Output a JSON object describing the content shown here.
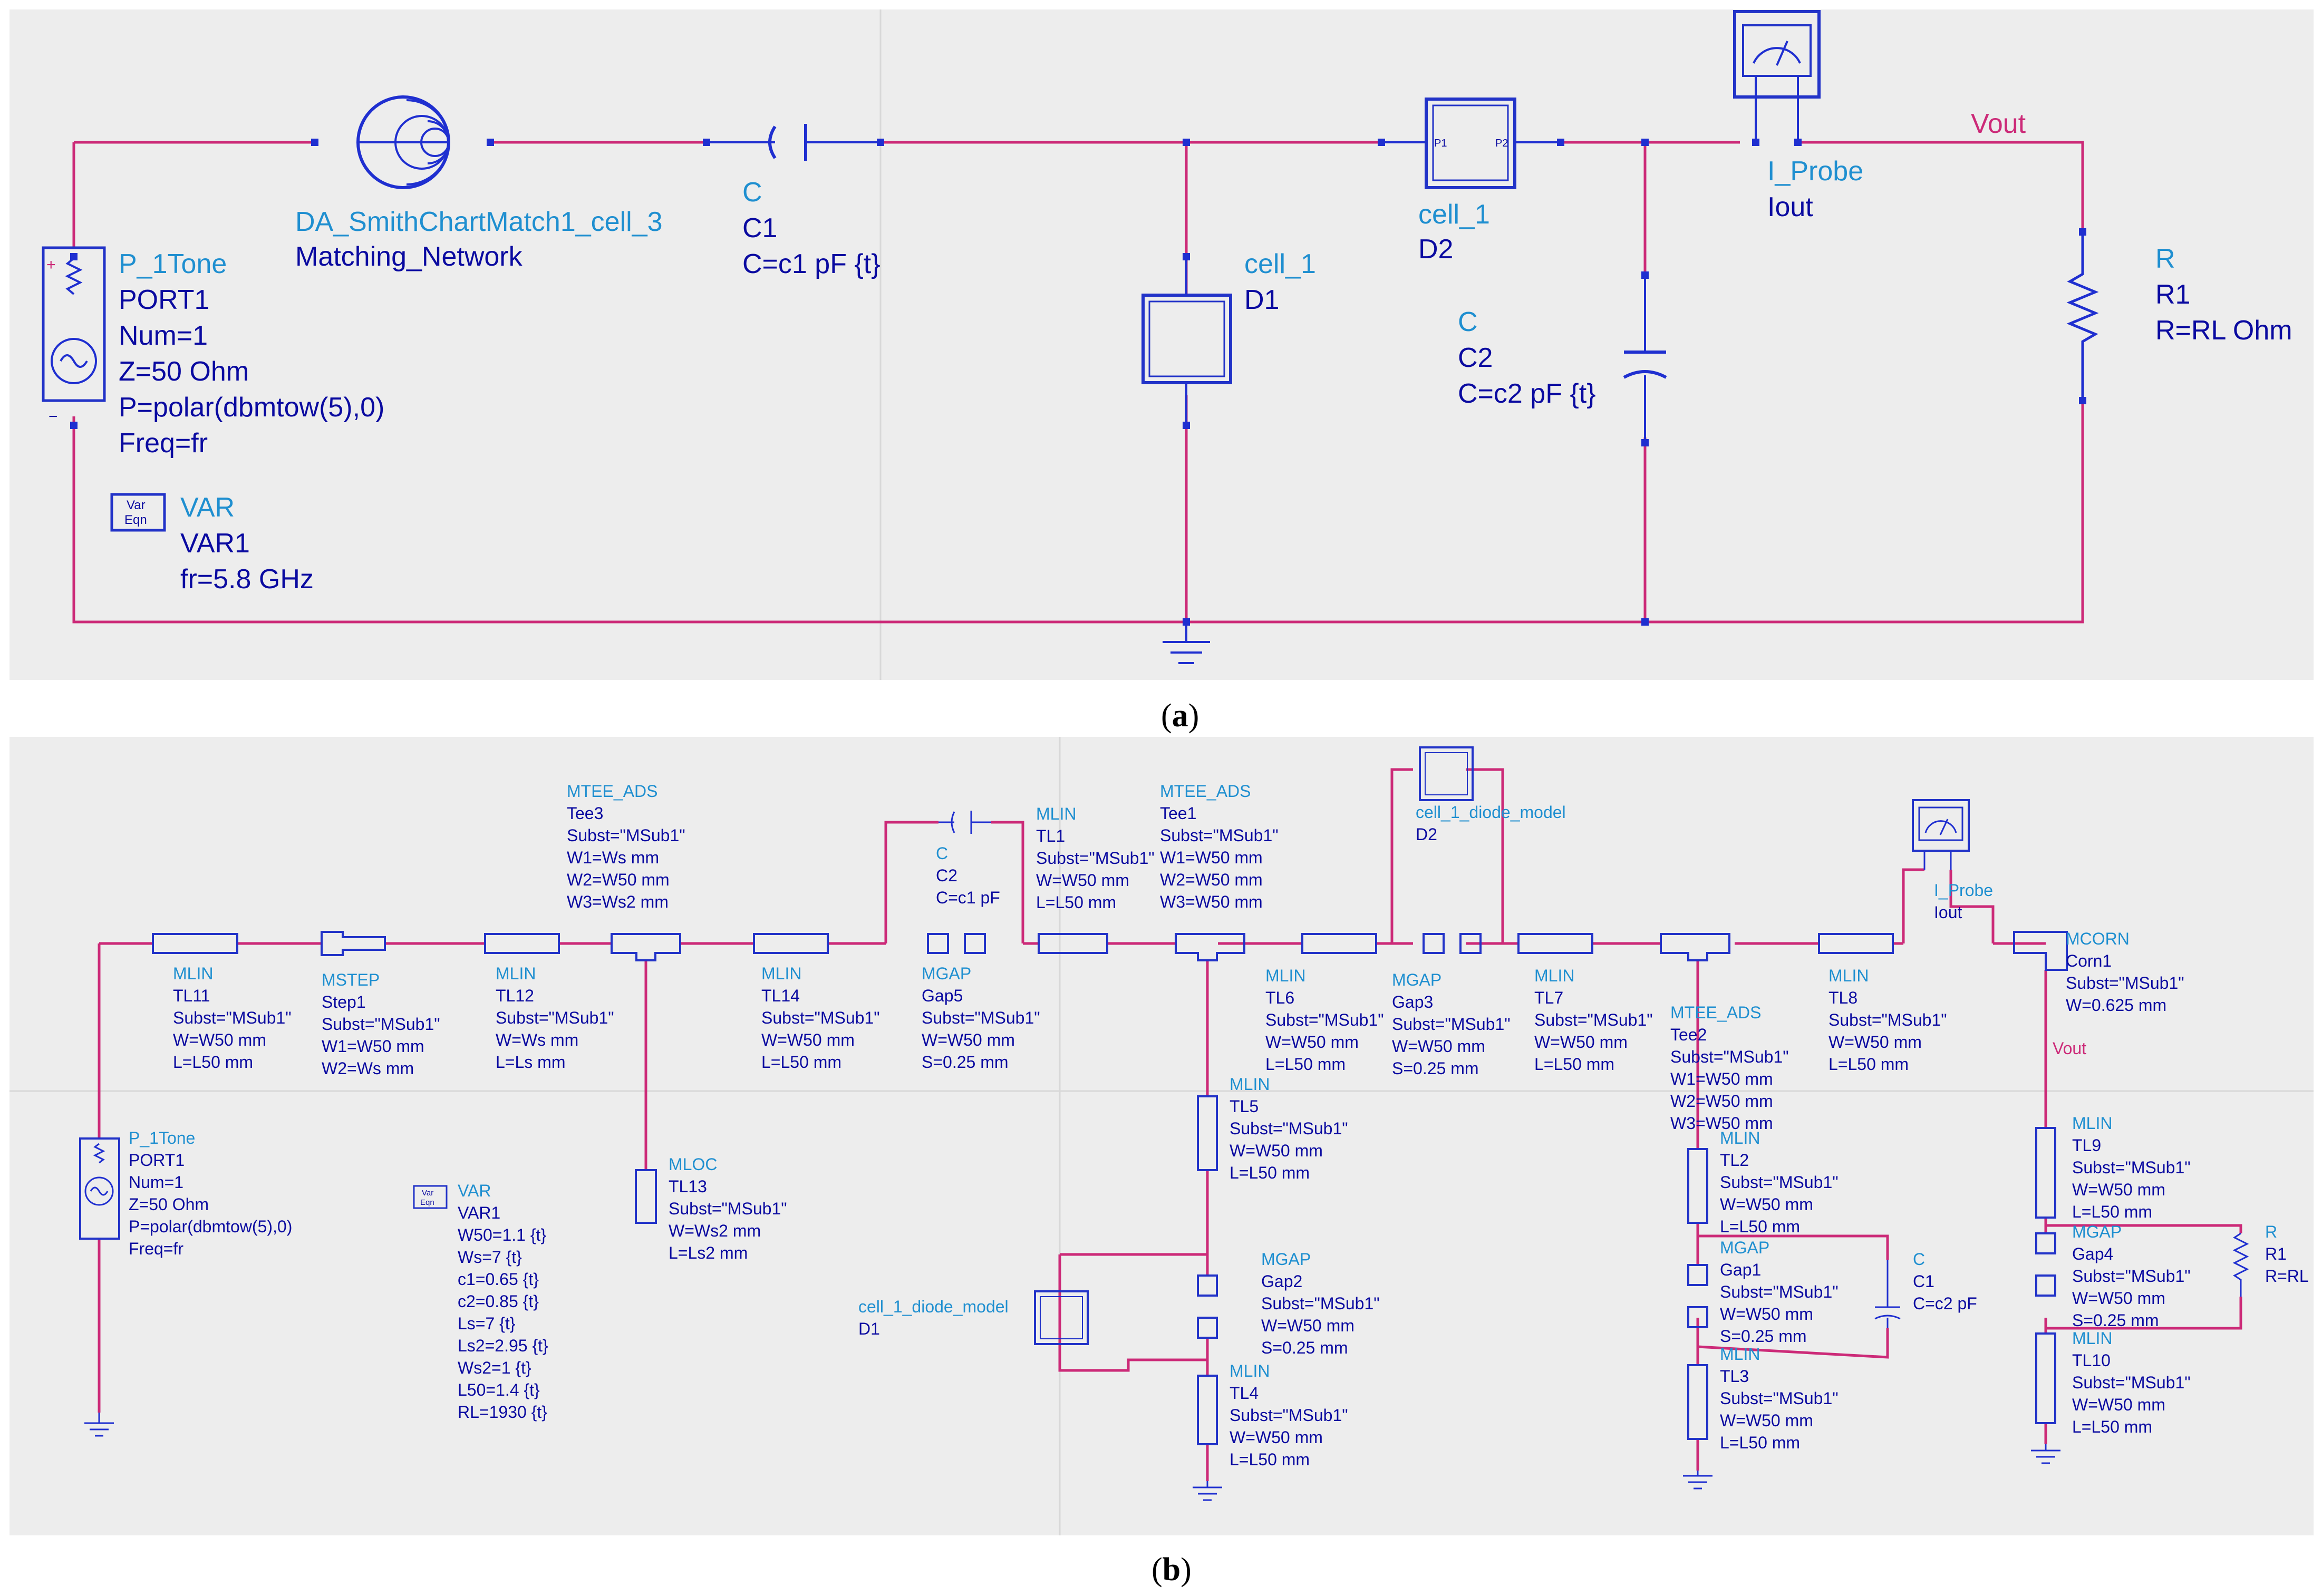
{
  "panel_a": {
    "caption_open": "(",
    "caption_letter": "a",
    "caption_close": ")",
    "source": {
      "name": "P_1Tone",
      "inst": "PORT1",
      "num": "Num=1",
      "z": "Z=50 Ohm",
      "p": "P=polar(dbmtow(5),0)",
      "freq": "Freq=fr"
    },
    "var": {
      "icon_top": "Var",
      "icon_bottom": "Eqn",
      "name": "VAR",
      "inst": "VAR1",
      "expr": "fr=5.8 GHz"
    },
    "matching": {
      "name": "DA_SmithChartMatch1_cell_3",
      "inst": "Matching_Network"
    },
    "c1": {
      "name": "C",
      "inst": "C1",
      "value": "C=c1 pF {t}"
    },
    "d1": {
      "name": "cell_1",
      "inst": "D1"
    },
    "d2": {
      "name": "cell_1",
      "inst": "D2",
      "p1": "P1",
      "p2": "P2"
    },
    "c2": {
      "name": "C",
      "inst": "C2",
      "value": "C=c2 pF {t}"
    },
    "probe": {
      "name": "I_Probe",
      "inst": "Iout"
    },
    "vout": "Vout",
    "r1": {
      "name": "R",
      "inst": "R1",
      "value": "R=RL Ohm"
    }
  },
  "panel_b": {
    "caption_open": "(",
    "caption_letter": "b",
    "caption_close": ")",
    "tl11": [
      "MLIN",
      "TL11",
      "Subst=\"MSub1\"",
      "W=W50 mm",
      "L=L50 mm"
    ],
    "step1": [
      "MSTEP",
      "Step1",
      "Subst=\"MSub1\"",
      "W1=W50 mm",
      "W2=Ws mm"
    ],
    "tl12": [
      "MLIN",
      "TL12",
      "Subst=\"MSub1\"",
      "W=Ws mm",
      "L=Ls mm"
    ],
    "tee3": [
      "MTEE_ADS",
      "Tee3",
      "Subst=\"MSub1\"",
      "W1=Ws mm",
      "W2=W50 mm",
      "W3=Ws2 mm"
    ],
    "tl14": [
      "MLIN",
      "TL14",
      "Subst=\"MSub1\"",
      "W=W50 mm",
      "L=L50 mm"
    ],
    "c2": [
      "C",
      "C2",
      "C=c1 pF"
    ],
    "gap5": [
      "MGAP",
      "Gap5",
      "Subst=\"MSub1\"",
      "W=W50 mm",
      "S=0.25 mm"
    ],
    "tl1": [
      "MLIN",
      "TL1",
      "Subst=\"MSub1\"",
      "W=W50 mm",
      "L=L50 mm"
    ],
    "tee1": [
      "MTEE_ADS",
      "Tee1",
      "Subst=\"MSub1\"",
      "W1=W50 mm",
      "W2=W50 mm",
      "W3=W50 mm"
    ],
    "d2": [
      "cell_1_diode_model",
      "D2"
    ],
    "tl6": [
      "MLIN",
      "TL6",
      "Subst=\"MSub1\"",
      "W=W50 mm",
      "L=L50 mm"
    ],
    "gap3": [
      "MGAP",
      "Gap3",
      "Subst=\"MSub1\"",
      "W=W50 mm",
      "S=0.25 mm"
    ],
    "tl7": [
      "MLIN",
      "TL7",
      "Subst=\"MSub1\"",
      "W=W50 mm",
      "L=L50 mm"
    ],
    "tee2": [
      "MTEE_ADS",
      "Tee2",
      "Subst=\"MSub1\"",
      "W1=W50 mm",
      "W2=W50 mm",
      "W3=W50 mm"
    ],
    "tl8": [
      "MLIN",
      "TL8",
      "Subst=\"MSub1\"",
      "W=W50 mm",
      "L=L50 mm"
    ],
    "probe": [
      "I_Probe",
      "Iout"
    ],
    "corn1": [
      "MCORN",
      "Corn1",
      "Subst=\"MSub1\"",
      "W=0.625 mm"
    ],
    "vout": "Vout",
    "tl9": [
      "MLIN",
      "TL9",
      "Subst=\"MSub1\"",
      "W=W50 mm",
      "L=L50 mm"
    ],
    "gap4": [
      "MGAP",
      "Gap4",
      "Subst=\"MSub1\"",
      "W=W50 mm",
      "S=0.25 mm"
    ],
    "r1": [
      "R",
      "R1",
      "R=RL"
    ],
    "tl10": [
      "MLIN",
      "TL10",
      "Subst=\"MSub1\"",
      "W=W50 mm",
      "L=L50 mm"
    ],
    "port": [
      "P_1Tone",
      "PORT1",
      "Num=1",
      "Z=50 Ohm",
      "P=polar(dbmtow(5),0)",
      "Freq=fr"
    ],
    "var": [
      "VAR",
      "VAR1",
      "W50=1.1 {t}",
      "Ws=7 {t}",
      "c1=0.65 {t}",
      "c2=0.85 {t}",
      "Ls=7 {t}",
      "Ls2=2.95 {t}",
      "Ws2=1 {t}",
      "L50=1.4 {t}",
      "RL=1930 {t}"
    ],
    "var_icon": [
      "Var",
      "Eqn"
    ],
    "tl13": [
      "MLOC",
      "TL13",
      "Subst=\"MSub1\"",
      "W=Ws2 mm",
      "L=Ls2 mm"
    ],
    "tl5": [
      "MLIN",
      "TL5",
      "Subst=\"MSub1\"",
      "W=W50 mm",
      "L=L50 mm"
    ],
    "d1": [
      "cell_1_diode_model",
      "D1"
    ],
    "gap2": [
      "MGAP",
      "Gap2",
      "Subst=\"MSub1\"",
      "W=W50 mm",
      "S=0.25 mm"
    ],
    "tl4": [
      "MLIN",
      "TL4",
      "Subst=\"MSub1\"",
      "W=W50 mm",
      "L=L50 mm"
    ],
    "tl2": [
      "MLIN",
      "TL2",
      "Subst=\"MSub1\"",
      "W=W50 mm",
      "L=L50 mm"
    ],
    "gap1": [
      "MGAP",
      "Gap1",
      "Subst=\"MSub1\"",
      "W=W50 mm",
      "S=0.25 mm"
    ],
    "c1": [
      "C",
      "C1",
      "C=c2 pF"
    ],
    "tl3": [
      "MLIN",
      "TL3",
      "Subst=\"MSub1\"",
      "W=W50 mm",
      "L=L50 mm"
    ]
  }
}
